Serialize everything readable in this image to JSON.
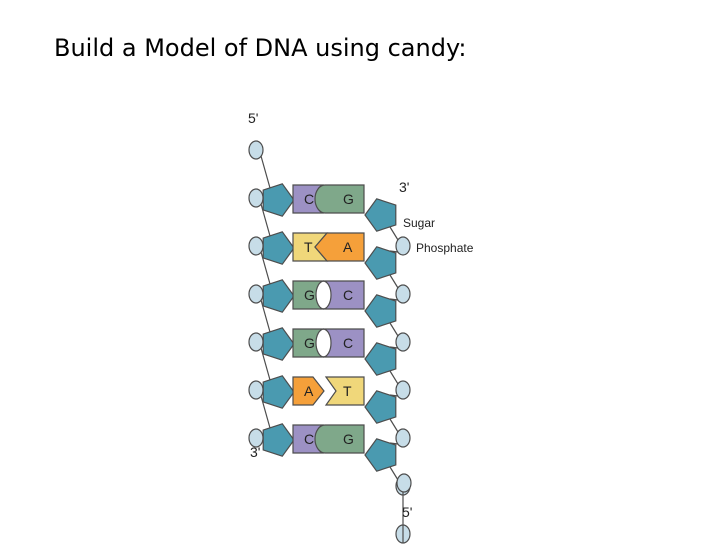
{
  "slide": {
    "title": "Build a Model of DNA using candy:"
  },
  "diagram": {
    "labels": {
      "left_top": "5'",
      "left_bottom": "3'",
      "right_top": "3'",
      "right_bottom": "5'",
      "sugar": "Sugar",
      "phosphate": "Phosphate"
    },
    "base_pairs": [
      {
        "left": "C",
        "right": "G"
      },
      {
        "left": "T",
        "right": "A"
      },
      {
        "left": "G",
        "right": "C"
      },
      {
        "left": "G",
        "right": "C"
      },
      {
        "left": "A",
        "right": "T"
      },
      {
        "left": "C",
        "right": "G"
      }
    ],
    "colors": {
      "C": "#9c91c4",
      "G": "#7fa88a",
      "T": "#f0d77a",
      "A": "#f5a03a",
      "sugar": "#4a9ab0",
      "phosphate": "#c7dde8",
      "outline": "#4d4d4d"
    }
  }
}
